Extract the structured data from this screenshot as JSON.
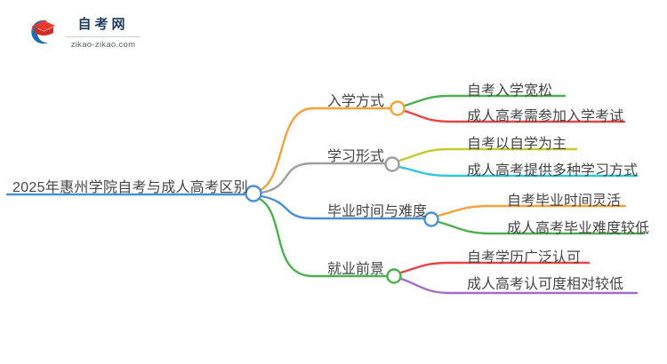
{
  "logo": {
    "title": "自考网",
    "subtitle": "zikao-zikao.com",
    "icon": "graduation-cap-with-crescent",
    "colors": {
      "crescent_blue": "#1c6cb4",
      "cap_red": "#e8392f",
      "cap_red_dark": "#cf2c26",
      "title_navy": "#1b3a5e"
    }
  },
  "mindmap": {
    "text_color": "#454545",
    "root": {
      "label": "2025年惠州学院自考与成人高考区别",
      "color": "#4a90d2"
    },
    "branches": [
      {
        "label": "入学方式",
        "color": "#f7a13c",
        "children": [
          {
            "label": "自考入学宽松",
            "color": "#4caf50"
          },
          {
            "label": "成人高考需参加入学考试",
            "color": "#e64545"
          }
        ]
      },
      {
        "label": "学习形式",
        "color": "#9e9e9e",
        "children": [
          {
            "label": "自考以自学为主",
            "color": "#c2cc30"
          },
          {
            "label": "成人高考提供多种学习方式",
            "color": "#30c6dd"
          }
        ]
      },
      {
        "label": "毕业时间与难度",
        "color": "#4a90d2",
        "children": [
          {
            "label": "自考毕业时间灵活",
            "color": "#f7a13c"
          },
          {
            "label": "成人高考毕业难度较低",
            "color": "#4caf50"
          }
        ]
      },
      {
        "label": "就业前景",
        "color": "#4caf50",
        "children": [
          {
            "label": "自考学历广泛认可",
            "color": "#e64545"
          },
          {
            "label": "成人高考认可度相对较低",
            "color": "#a06cce"
          }
        ]
      }
    ]
  }
}
